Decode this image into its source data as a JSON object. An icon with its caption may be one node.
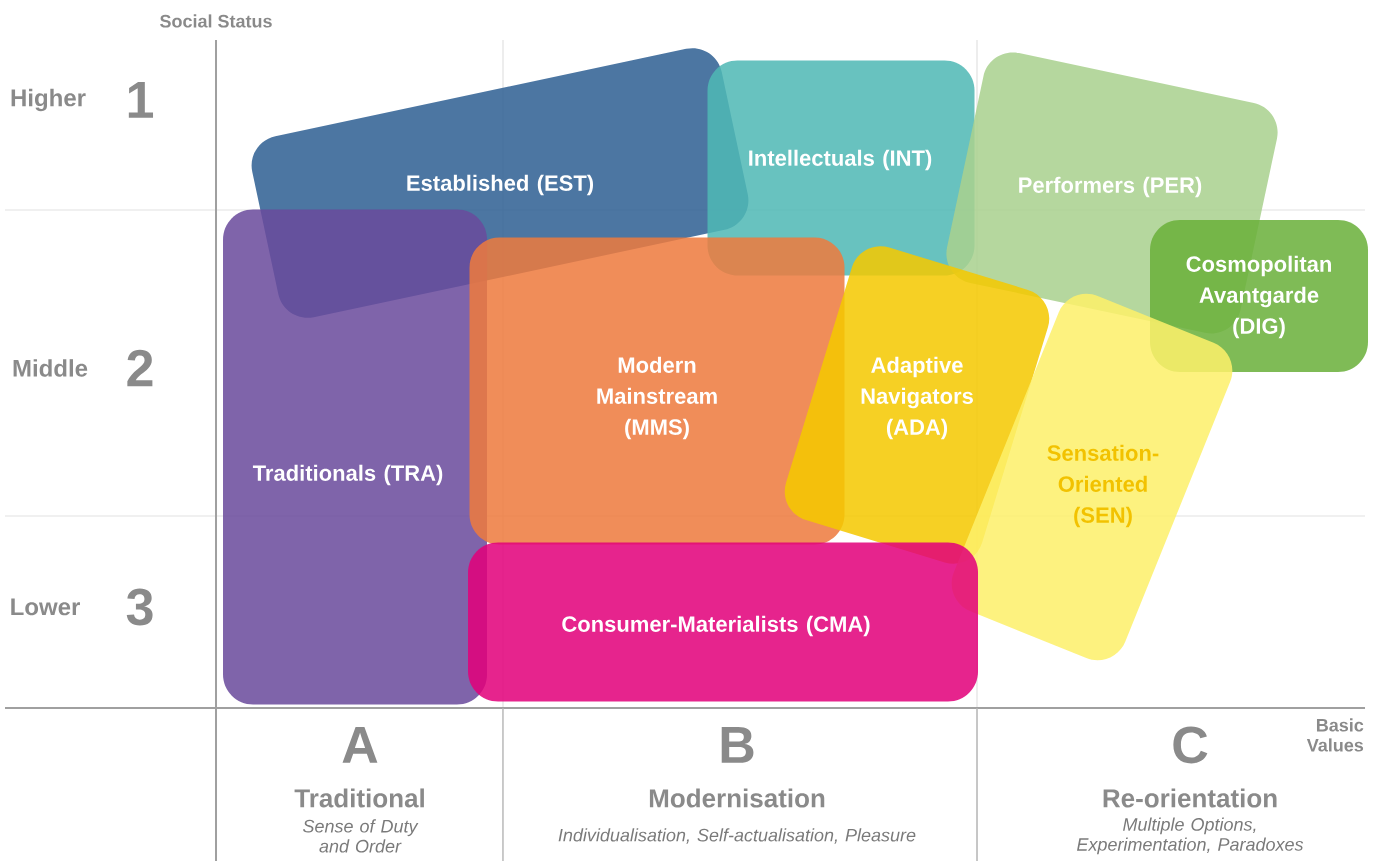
{
  "diagram": {
    "nodes": [
      {
        "text": [
          "Established (EST)"
        ]
      },
      {
        "text": [
          "Intellectuals (INT)"
        ]
      },
      {
        "text": [
          "Performers (PER)"
        ]
      },
      {
        "text": [
          "Cosmopolitan Avantgarde (DIG)"
        ]
      },
      {
        "text": [
          "Traditionals (TRA)"
        ]
      },
      {
        "text": [
          "Modern Mainstream (MMS)"
        ]
      },
      {
        "text": [
          "Adaptive Navigators (ADA)"
        ]
      },
      {
        "text": [
          "Sensation-Oriented (SEN)"
        ]
      },
      {
        "text": [
          "Consumer-Materialists (CMA)"
        ]
      }
    ],
    "labels": [
      "Social Status",
      "Higher",
      "1",
      "Middle",
      "2",
      "Lower",
      "3",
      "Basic Values",
      "A",
      "Traditional",
      "Sense of Duty and Order",
      "B",
      "Modernisation",
      "Individualisation, Self-actualisation, Pleasure",
      "C",
      "Re-orientation",
      "Multiple Options, Experimentation, Paradoxes"
    ]
  }
}
